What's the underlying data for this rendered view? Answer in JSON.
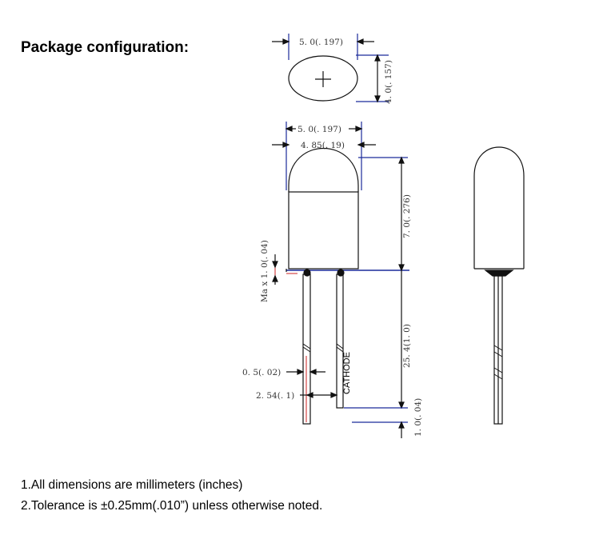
{
  "title": "Package configuration:",
  "notes": [
    "1.All dimensions are millimeters (inches)",
    "2.Tolerance is ±0.25mm(.010”) unless otherwise noted."
  ],
  "drawing": {
    "top_width": "5. 0(. 197)",
    "top_height": "4. 0(. 157)",
    "flange_width": "5. 0(. 197)",
    "body_width": "4. 85(. 19)",
    "body_height": "7. 0(. 276)",
    "flange_max": "Ma x 1. 0(. 04)",
    "lead_length": "25. 4(1. 0)",
    "lead_width": "0. 5(. 02)",
    "lead_pitch": "2. 54(. 1)",
    "lead_tip": "1. 0(. 04)",
    "cathode_label": "CATHODE"
  },
  "colors": {
    "line": "#111111",
    "accent": "#cc2222",
    "dim_blue": "#1a2a9a"
  }
}
